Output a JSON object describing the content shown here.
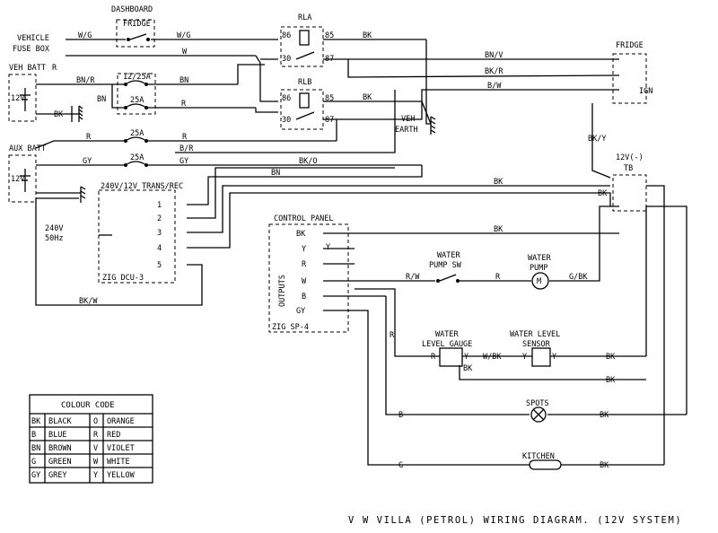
{
  "title": "V W VILLA (PETROL) WIRING DIAGRAM. (12V SYSTEM)",
  "components": {
    "dashboard": "DASHBOARD",
    "fridge_switch": "FRIDGE",
    "vehicle_fuse_box_1": "VEHICLE",
    "vehicle_fuse_box_2": "FUSE BOX",
    "rla": "RLA",
    "rlb": "RLB",
    "fridge": "FRIDGE",
    "ign": "IGN",
    "veh_batt": "VEH BATT",
    "veh_batt_v": "12V",
    "fuse_12_25a": "12/25A",
    "fuse_25a_1": "25A",
    "fuse_25a_2": "25A",
    "fuse_25a_3": "25A",
    "veh_earth_1": "VEH",
    "veh_earth_2": "EARTH",
    "aux_batt": "AUX BATT",
    "aux_batt_v": "12V",
    "tb_v": "12V(-)",
    "tb": "TB",
    "trans_rec": "240V/12V TRANS/REC",
    "mains_1": "240V",
    "mains_2": "50Hz",
    "zig_dcu": "ZIG DCU-3",
    "control_panel": "CONTROL PANEL",
    "outputs": "OUTPUTS",
    "zig_sp": "ZIG SP-4",
    "water_pump_sw_1": "WATER",
    "water_pump_sw_2": "PUMP SW",
    "water_pump_1": "WATER",
    "water_pump_2": "PUMP",
    "motor": "M",
    "level_gauge_1": "WATER",
    "level_gauge_2": "LEVEL GAUGE",
    "level_sensor_1": "WATER LEVEL",
    "level_sensor_2": "SENSOR",
    "spots": "SPOTS",
    "kitchen": "KITCHEN"
  },
  "relay_pins": {
    "p86": "86",
    "p85": "85",
    "p30": "30",
    "p87": "87"
  },
  "terminals": [
    "1",
    "2",
    "3",
    "4",
    "5"
  ],
  "wires": {
    "w_g": "W/G",
    "w": "W",
    "bk": "BK",
    "bn_v": "BN/V",
    "bk_r": "BK/R",
    "b_w": "B/W",
    "bn_r": "BN/R",
    "bn": "BN",
    "r": "R",
    "b_r": "B/R",
    "gy": "GY",
    "bk_o": "BK/O",
    "bk_y": "BK/Y",
    "bk_w": "BK/W",
    "y": "Y",
    "b": "B",
    "r_w": "R/W",
    "g_bk": "G/BK",
    "w_bk": "W/BK",
    "g": "G"
  },
  "panel_rows": [
    "BK",
    "Y",
    "R",
    "W",
    "B",
    "GY"
  ],
  "colour_code": {
    "title": "COLOUR CODE",
    "rows": [
      [
        "BK",
        "BLACK",
        "O",
        "ORANGE"
      ],
      [
        "B",
        "BLUE",
        "R",
        "RED"
      ],
      [
        "BN",
        "BROWN",
        "V",
        "VIOLET"
      ],
      [
        "G",
        "GREEN",
        "W",
        "WHITE"
      ],
      [
        "GY",
        "GREY",
        "Y",
        "YELLOW"
      ]
    ]
  }
}
